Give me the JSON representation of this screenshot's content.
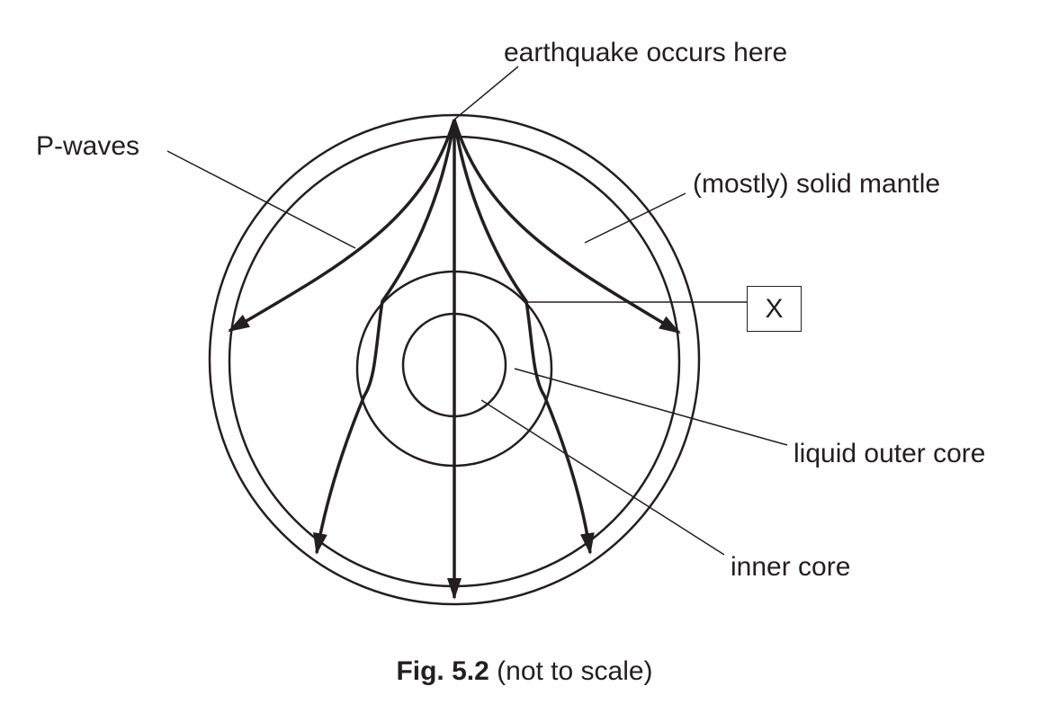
{
  "labels": {
    "earthquake": "earthquake occurs here",
    "p_waves": "P-waves",
    "mantle": "(mostly) solid mantle",
    "x_box": "X",
    "outer_core": "liquid outer core",
    "inner_core": "inner core"
  },
  "caption": {
    "fig": "Fig. 5.2",
    "note": "(not to scale)"
  },
  "colors": {
    "ink": "#231f20"
  }
}
